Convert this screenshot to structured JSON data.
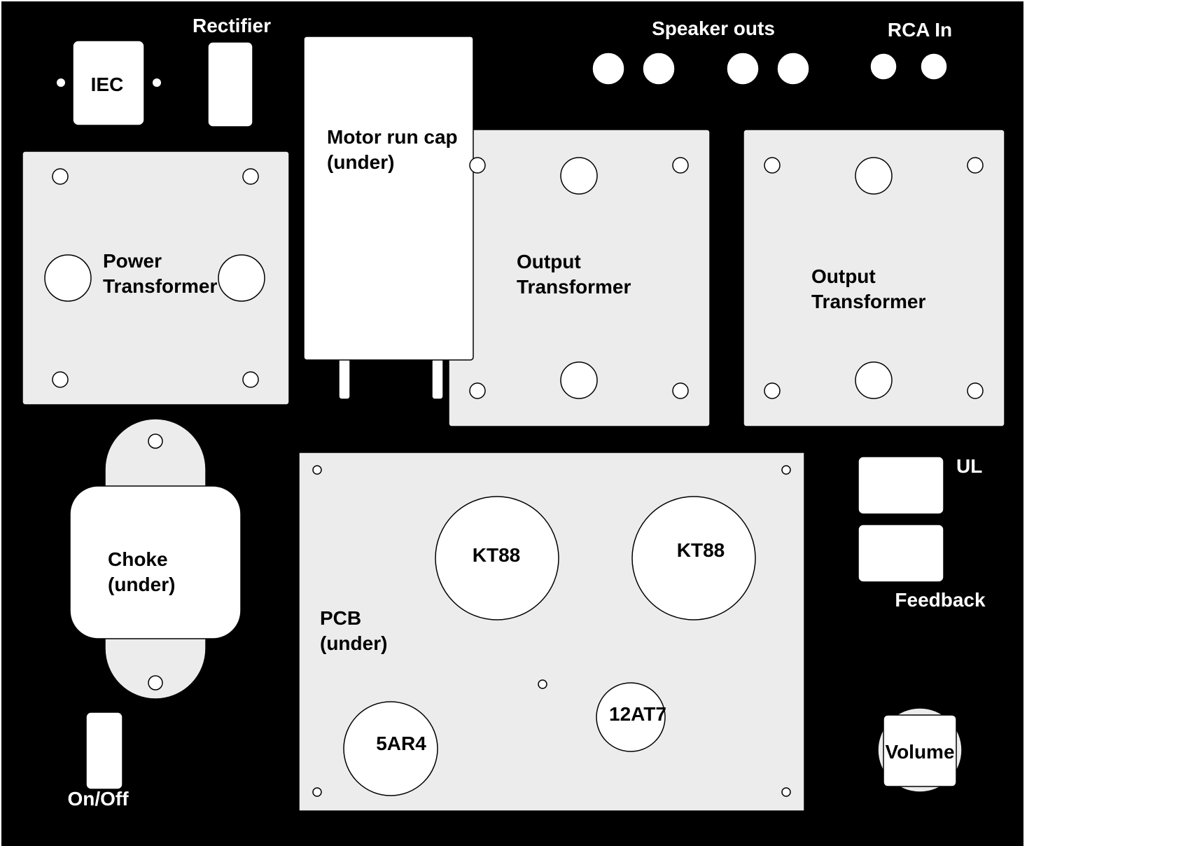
{
  "colors": {
    "chassis": "#000000",
    "panel": "#ececec",
    "component": "#ffffff",
    "outline": "#000000",
    "label_on_dark": "#ffffff",
    "label_on_light": "#000000"
  },
  "labels": {
    "iec": "IEC",
    "rectifier": "Rectifier",
    "motor_cap_line1": "Motor run cap",
    "motor_cap_line2": "(under)",
    "speaker_outs": "Speaker outs",
    "rca_in": "RCA In",
    "power_tx_line1": "Power",
    "power_tx_line2": "Transformer",
    "output_tx1_line1": "Output",
    "output_tx1_line2": "Transformer",
    "output_tx2_line1": "Output",
    "output_tx2_line2": "Transformer",
    "choke_line1": "Choke",
    "choke_line2": "(under)",
    "pcb_line1": "PCB",
    "pcb_line2": "(under)",
    "tube_kt88_left": "KT88",
    "tube_kt88_right": "KT88",
    "tube_12at7": "12AT7",
    "tube_5ar4": "5AR4",
    "ul": "UL",
    "feedback": "Feedback",
    "volume": "Volume",
    "on_off": "On/Off"
  }
}
